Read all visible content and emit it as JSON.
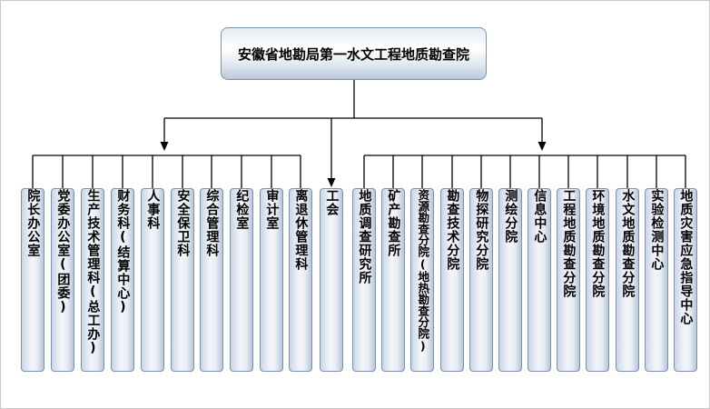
{
  "title": "安徽省地勘局第一水文工程地质勘查院",
  "left_group": [
    "院长办公室",
    "党委办公室(团委)",
    "生产技术管理科(总工办)",
    "财务科(结算中心)",
    "人事科",
    "安全保卫科",
    "综合管理科",
    "纪检室",
    "审计室",
    "离退休管理科"
  ],
  "center_unit": "工会",
  "right_group": [
    "地质调查研究所",
    "矿产勘查所",
    "资源勘查分院(地热勘查分院)",
    "勘查技术分院",
    "物探研究分院",
    "测绘分院",
    "信息中心",
    "工程地质勘查分院",
    "环境地质勘查分院",
    "水文地质勘查分院",
    "实验检测中心",
    "地质灾害应急指导中心"
  ],
  "colors": {
    "line": "#000000",
    "box_border": "#7d93ad"
  }
}
